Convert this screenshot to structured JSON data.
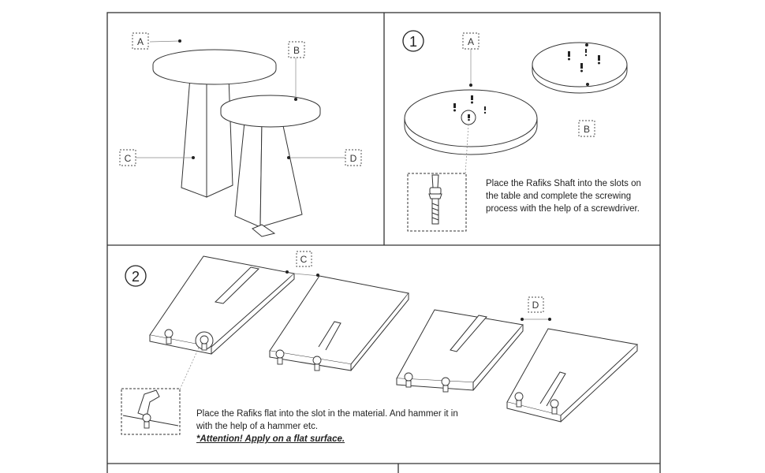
{
  "labels": {
    "a": "A",
    "b": "B",
    "c": "C",
    "d": "D"
  },
  "steps": {
    "step1": {
      "number": "1",
      "text": "Place the Rafiks Shaft into the slots on the table and complete the screwing process with the help of a screwdriver."
    },
    "step2": {
      "number": "2",
      "text": "Place the Rafiks flat into the slot in the material. And hammer it in with the help of a hammer etc.",
      "attention": "*Attention! Apply on a flat surface."
    }
  }
}
